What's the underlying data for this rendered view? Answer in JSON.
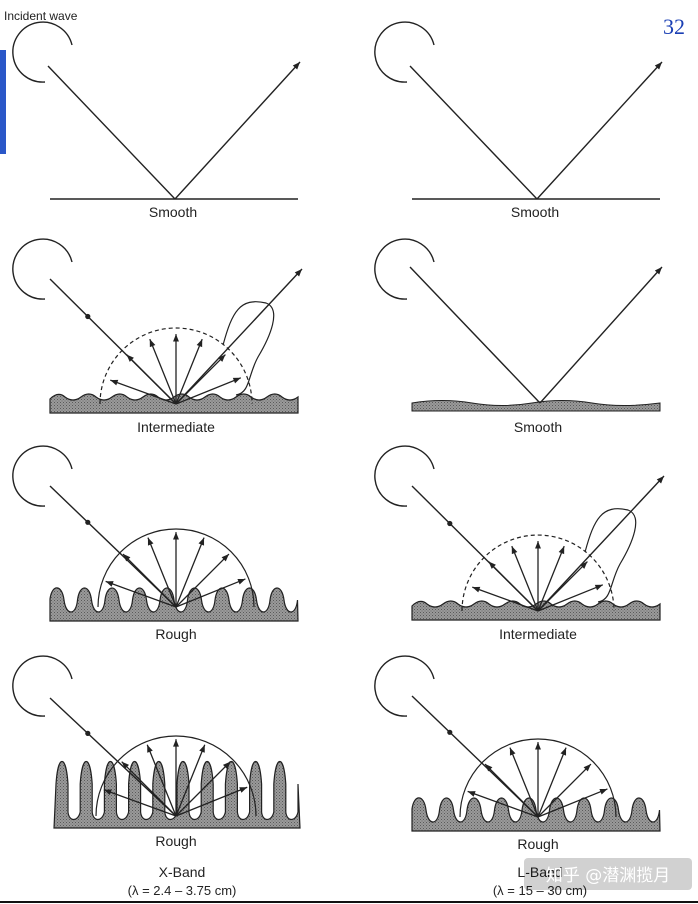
{
  "figure": {
    "incident_label": "Incident wave",
    "page_number": "32",
    "columns": [
      {
        "band": "X-Band",
        "wavelength": "(λ = 2.4 – 3.75 cm)",
        "panels": [
          {
            "surface": "smooth",
            "label": "Smooth"
          },
          {
            "surface": "intermediate",
            "label": "Intermediate"
          },
          {
            "surface": "rough",
            "label": "Rough"
          },
          {
            "surface": "very-rough",
            "label": "Rough"
          }
        ]
      },
      {
        "band": "L-Band",
        "wavelength": "(λ = 15 – 30 cm)",
        "panels": [
          {
            "surface": "smooth",
            "label": "Smooth"
          },
          {
            "surface": "smooth",
            "label": "Smooth"
          },
          {
            "surface": "intermediate",
            "label": "Intermediate"
          },
          {
            "surface": "rough",
            "label": "Rough"
          }
        ]
      }
    ]
  },
  "watermark": "知乎 @潜渊揽月",
  "colors": {
    "line": "#222222",
    "ground": "#8c8c8c",
    "accent_bar": "#2a57c8",
    "page_number": "#1a3fb4"
  }
}
